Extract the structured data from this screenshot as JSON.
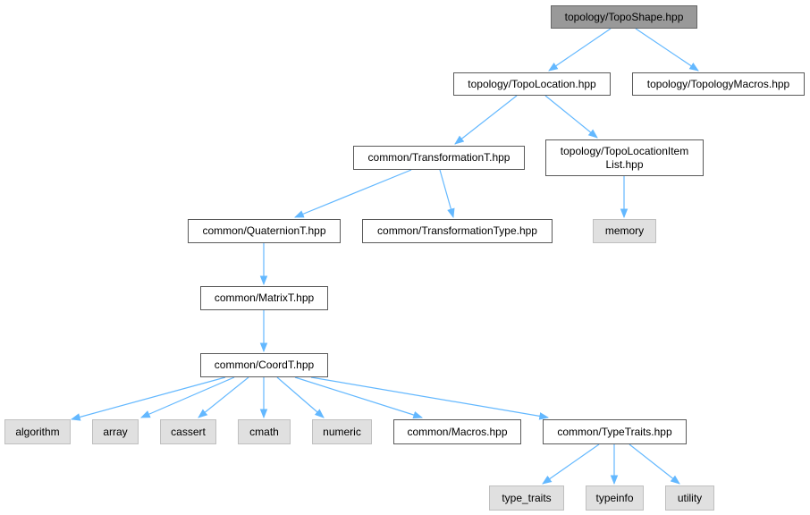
{
  "colors": {
    "edge": "#63b8ff",
    "root_fill": "#999999",
    "system_fill": "#e0e0e0",
    "border": "#5a5a5a"
  },
  "nodes": {
    "topo_shape": "topology/TopoShape.hpp",
    "topo_location": "topology/TopoLocation.hpp",
    "topology_macros": "topology/TopologyMacros.hpp",
    "transformation_t": "common/TransformationT.hpp",
    "topo_location_item_list_1": "topology/TopoLocationItem",
    "topo_location_item_list_2": "List.hpp",
    "quaternion_t": "common/QuaternionT.hpp",
    "transformation_type": "common/TransformationType.hpp",
    "memory": "memory",
    "matrix_t": "common/MatrixT.hpp",
    "coord_t": "common/CoordT.hpp",
    "algorithm": "algorithm",
    "array": "array",
    "cassert": "cassert",
    "cmath": "cmath",
    "numeric": "numeric",
    "macros": "common/Macros.hpp",
    "type_traits_hpp": "common/TypeTraits.hpp",
    "type_traits": "type_traits",
    "typeinfo": "typeinfo",
    "utility": "utility"
  }
}
